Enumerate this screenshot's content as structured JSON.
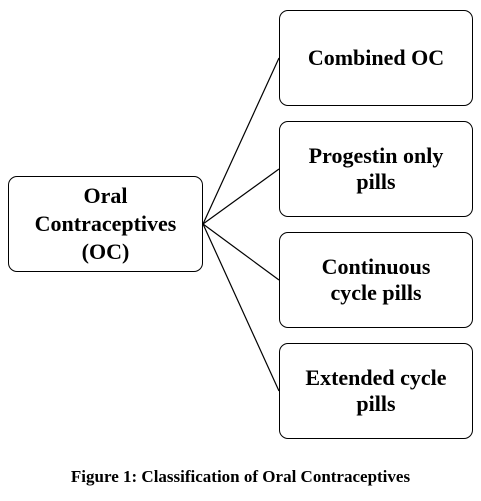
{
  "root": {
    "lines": [
      "Oral",
      "Contraceptives",
      "(OC)"
    ]
  },
  "children": [
    {
      "label": "Combined OC"
    },
    {
      "label": "Progestin only\npills"
    },
    {
      "label": "Continuous\ncycle pills"
    },
    {
      "label": "Extended cycle\npills"
    }
  ],
  "caption": "Figure 1: Classification of Oral Contraceptives",
  "colors": {
    "line": "#000000",
    "background": "#ffffff"
  }
}
